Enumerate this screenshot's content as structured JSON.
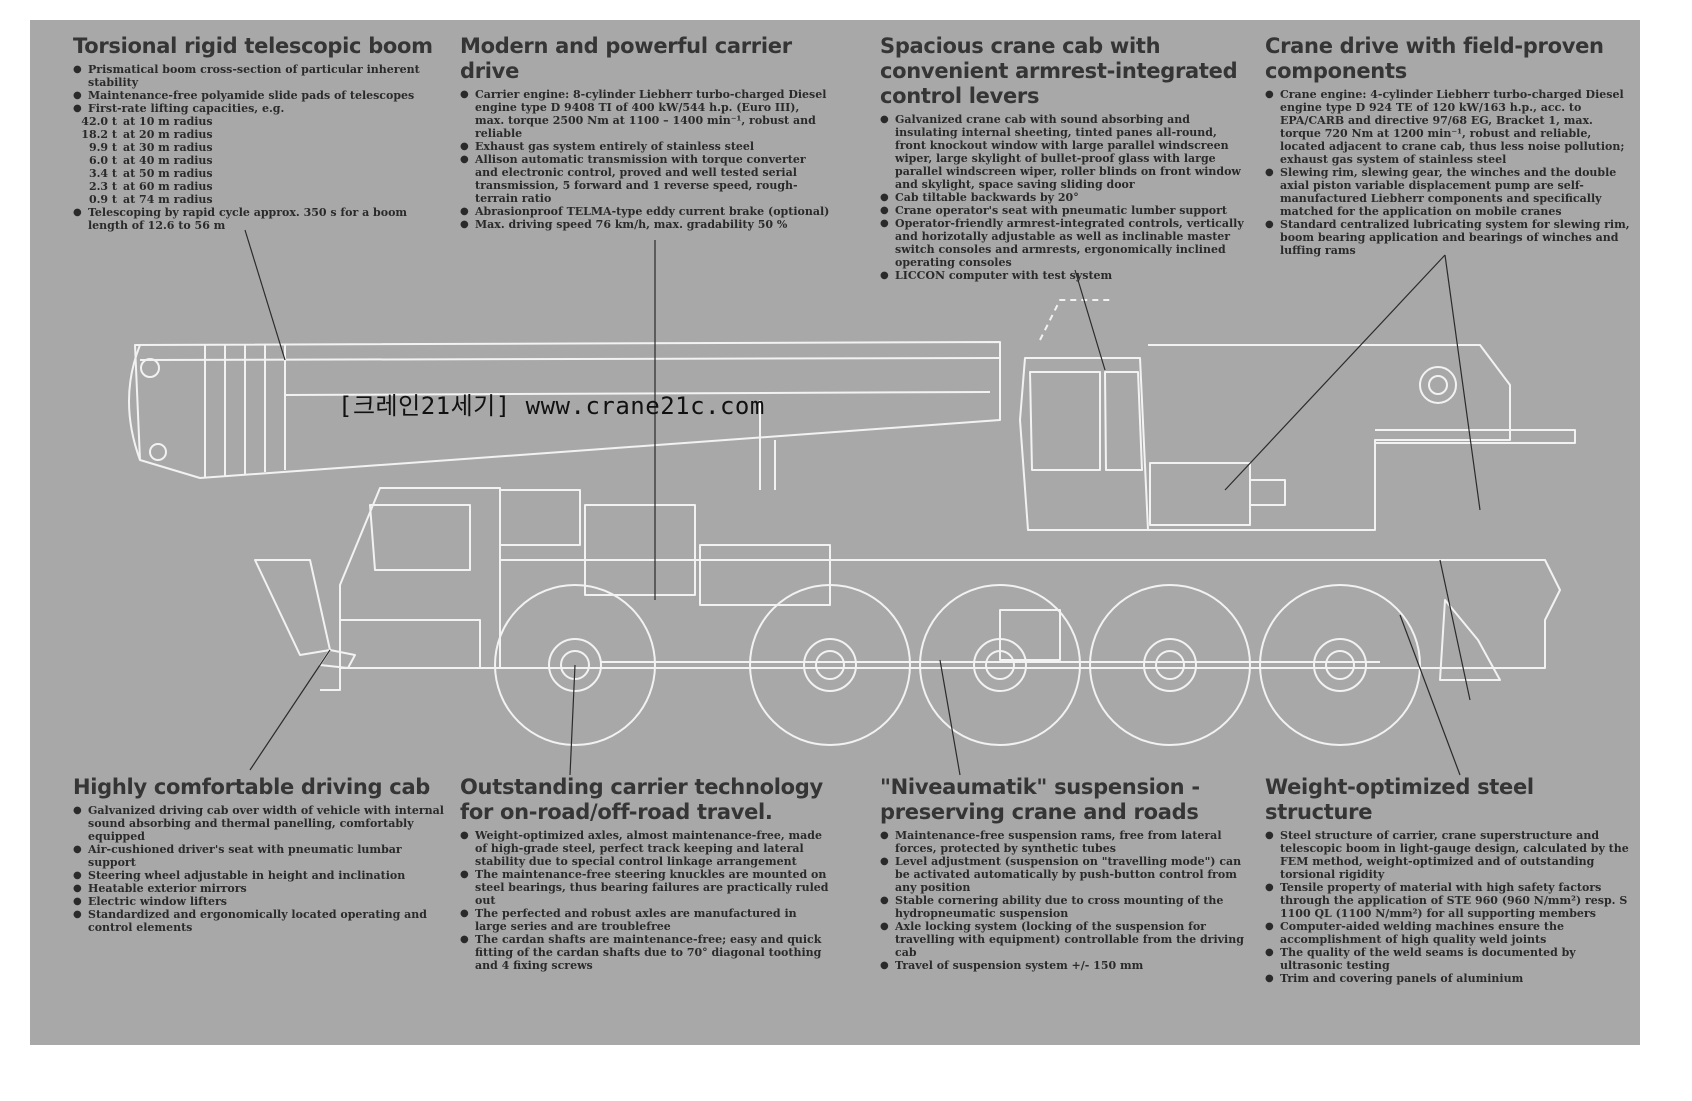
{
  "watermark": "[크레인21세기] www.crane21c.com",
  "blocks": {
    "boom": {
      "title": "Torsional rigid telescopic boom",
      "items": [
        "Prismatical boom cross-section of particular inherent stability",
        "Maintenance-free polyamide slide pads of telescopes",
        "First-rate lifting capacities, e.g."
      ],
      "capacities": [
        {
          "value": "42.0 t",
          "radius": "at 10 m radius"
        },
        {
          "value": "18.2 t",
          "radius": "at 20 m radius"
        },
        {
          "value": "9.9 t",
          "radius": "at 30 m radius"
        },
        {
          "value": "6.0 t",
          "radius": "at 40 m radius"
        },
        {
          "value": "3.4 t",
          "radius": "at 50 m radius"
        },
        {
          "value": "2.3 t",
          "radius": "at 60 m radius"
        },
        {
          "value": "0.9 t",
          "radius": "at 74 m radius"
        }
      ],
      "last_item": "Telescoping by rapid cycle approx. 350 s for a boom length of 12.6 to 56 m"
    },
    "carrier_drive": {
      "title": "Modern and powerful carrier drive",
      "items": [
        "Carrier engine: 8-cylinder Liebherr turbo-charged Diesel engine type D 9408 TI of 400 kW/544 h.p. (Euro III), max. torque 2500 Nm at 1100 – 1400 min⁻¹, robust and reliable",
        "Exhaust gas system entirely of stainless steel",
        "Allison automatic transmission with torque converter and electronic control, proved and well tested serial transmission, 5 forward and 1 reverse speed, rough-terrain ratio",
        "Abrasionproof TELMA-type eddy current brake (optional)",
        "Max. driving speed 76 km/h, max. gradability 50 %"
      ]
    },
    "crane_cab": {
      "title": "Spacious crane cab with convenient armrest-integrated control levers",
      "items": [
        "Galvanized crane cab with sound absorbing and insulating internal sheeting, tinted panes all-round, front knockout window with large parallel windscreen wiper, large skylight of bullet-proof glass with large parallel windscreen wiper, roller blinds on front window and skylight, space saving sliding door",
        "Cab tiltable backwards by 20°",
        "Crane operator's seat with pneumatic lumber support",
        "Operator-friendly armrest-integrated controls, vertically and horizotally adjustable as well as inclinable master switch consoles and armrests, ergonomically inclined operating consoles",
        "LICCON computer with test system"
      ]
    },
    "crane_drive": {
      "title": "Crane drive with field-proven components",
      "items": [
        "Crane engine: 4-cylinder Liebherr turbo-charged Diesel engine type D 924 TE of 120 kW/163 h.p., acc. to EPA/CARB and directive 97/68 EG, Bracket 1, max. torque 720 Nm at 1200 min⁻¹, robust and reliable, located adjacent to crane cab, thus less noise pollution; exhaust gas system of stainless steel",
        "Slewing rim, slewing gear, the winches and the double axial piston variable displacement pump are self-manufactured Liebherr components and specifically matched for the application on mobile cranes",
        "Standard centralized lubricating system for slewing rim, boom bearing application and bearings of winches and luffing rams"
      ]
    },
    "driving_cab": {
      "title": "Highly comfortable driving cab",
      "items": [
        "Galvanized driving cab over width of vehicle with internal sound absorbing and thermal panelling, comfortably equipped",
        "Air-cushioned driver's seat with pneumatic lumbar support",
        "Steering wheel adjustable in height and inclination",
        "Heatable exterior mirrors",
        "Electric window lifters",
        "Standardized and ergonomically located operating and control elements"
      ]
    },
    "carrier_tech": {
      "title": "Outstanding carrier technology for on-road/off-road travel.",
      "items": [
        "Weight-optimized axles, almost maintenance-free, made of high-grade steel, perfect track keeping and lateral stability due to special control linkage arrangement",
        "The maintenance-free steering knuckles are mounted on steel bearings, thus bearing failures are practically ruled out",
        "The perfected and robust axles are manufactured in large series and are troublefree",
        "The cardan shafts are maintenance-free; easy and quick fitting of the cardan shafts due to 70° diagonal toothing and 4 fixing screws"
      ]
    },
    "suspension": {
      "title": "\"Niveaumatik\" suspension - preserving crane and roads",
      "items": [
        "Maintenance-free suspension rams, free from lateral forces, protected by synthetic tubes",
        "Level adjustment (suspension on \"travelling mode\") can be activated automatically by push-button control from any position",
        "Stable cornering ability due to cross mounting of the hydropneumatic suspension",
        "Axle locking system (locking of the suspension for travelling with equipment) controllable from the driving cab",
        "Travel of suspension system +/- 150 mm"
      ]
    },
    "steel": {
      "title": "Weight-optimized steel structure",
      "items": [
        "Steel structure of carrier, crane superstructure and telescopic boom in light-gauge design, calculated by the FEM method, weight-optimized and of outstanding torsional rigidity",
        "Tensile property of material with high safety factors through the application of STE 960 (960 N/mm²) resp. S 1100 QL (1100 N/mm²) for all supporting members",
        "Computer-aided welding machines ensure the accomplishment of high quality weld joints",
        "The quality of the weld seams is documented by ultrasonic testing",
        "Trim and covering panels of aluminium"
      ]
    }
  }
}
